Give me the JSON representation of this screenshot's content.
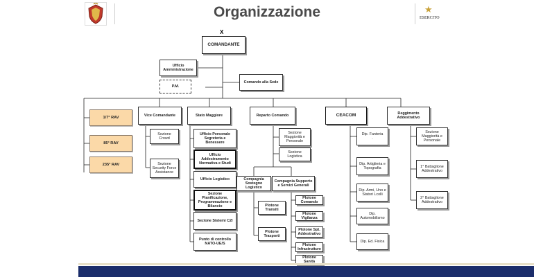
{
  "header": {
    "title": "Organizzazione",
    "logo_right_text": "ESERCITO"
  },
  "org": {
    "top_mark": "X",
    "comandante": "COMANDANTE",
    "ufficio_amm": "Ufficio Amministrazione",
    "pm": "P.M.",
    "comando_sede": "Comando alla Sede",
    "rav_1": "1/7° RAV",
    "rav_85": "85° RAV",
    "rav_235": "235° RAV",
    "vice_comandante": "Vice Comandante",
    "sezione_crowd": "Sezione Crowd",
    "sezione_security": "Sezione Security Force Assistance",
    "stato_maggiore": "Stato Maggiore",
    "sm_1": "Ufficio Personale Segreteria e Benessere",
    "sm_2": "Ufficio Addestramento Normativa e Studi",
    "sm_3": "Ufficio Logistico",
    "sm_4": "Sezione Pianificazione, Programmazione e Bilancio",
    "sm_5": "Sezione Sistemi C2I",
    "sm_6": "Punto di controllo NATO-UE/S",
    "reparto_comando": "Reparto Comando",
    "rc_sez_magg": "Sezione Maggiorità e Personale",
    "rc_sez_log": "Sezione Logistica",
    "cp_log": "Compagnia Sostegno Logistico",
    "cp_supp": "Compagnia Supporto e Servizi Generali",
    "pl_transiti": "Plotone Transiti",
    "pl_trasporti": "Plotone Trasporti",
    "pl_comando": "Plotone Comando",
    "pl_vigilanza": "Plotone Vigilanza",
    "pl_spt_amm": "Plotone Spt. Addestrativo",
    "pl_infra": "Plotone Infrastrutture",
    "pl_sanita": "Plotone Sanità",
    "ceacom": "CEACOM",
    "dip_1": "Dip. Fanteria",
    "dip_1b": ".",
    "dip_2": "Dip. Artiglieria e Topografia",
    "dip_3": "Dip. Armi, Uno e Statori Lcolli",
    "dip_4": "Dip. Automobilismo",
    "dip_5": "Dip. Ed. Fisica",
    "reggimento": "Reggimento Addestrativo",
    "rg_sez": "Sezione Maggiorità e Personale",
    "rg_btg1": "1° Battaglione Addestrativo",
    "rg_btg2": "2° Battaglione Addestrativo"
  },
  "colors": {
    "title": "#4a4a4a",
    "peach": "#fbd9a8",
    "footer_bar": "#1b2d6b"
  }
}
